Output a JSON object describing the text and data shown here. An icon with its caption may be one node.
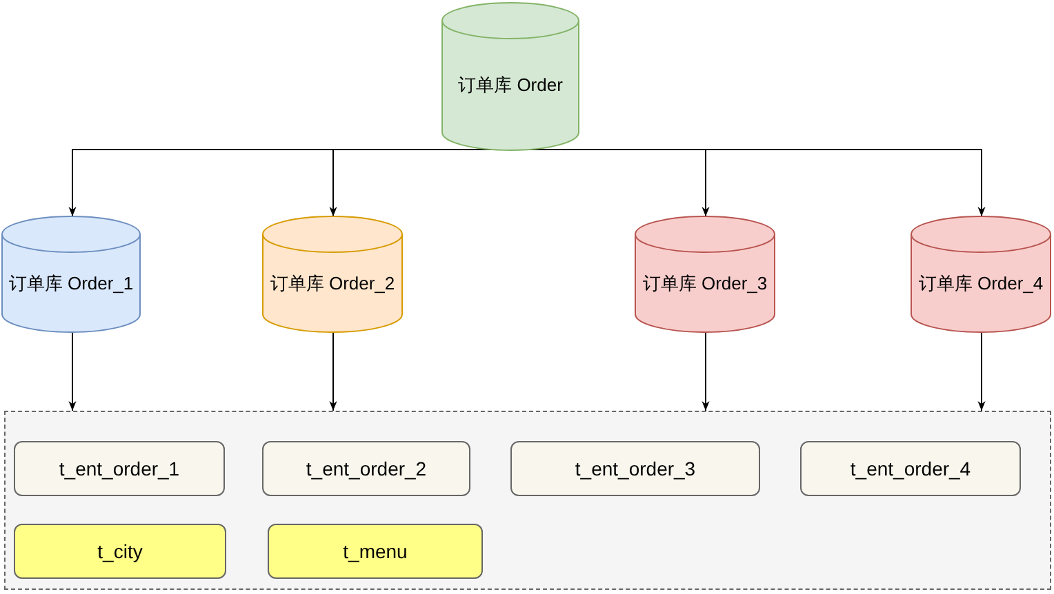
{
  "diagram": {
    "nodes": [
      {
        "text": [
          "订单库 Order"
        ]
      },
      {
        "text": [
          "订单库 Order_1"
        ]
      },
      {
        "text": [
          "订单库 Order_2"
        ]
      },
      {
        "text": [
          "订单库 Order_3"
        ]
      },
      {
        "text": [
          "订单库 Order_4"
        ]
      },
      {
        "text": [],
        "shape": "box"
      },
      {
        "text": [
          "t_ent_order_1"
        ],
        "in": 5
      },
      {
        "text": [
          "t_ent_order_2"
        ],
        "in": 5
      },
      {
        "text": [
          "t_ent_order_3"
        ],
        "in": 5
      },
      {
        "text": [
          "t_ent_order_4"
        ],
        "in": 5
      },
      {
        "text": [
          "t_city"
        ],
        "in": 5
      },
      {
        "text": [
          "t_menu"
        ],
        "in": 5
      }
    ],
    "edges": [
      {
        "from": 0,
        "to": 1,
        "arrow": "to"
      },
      {
        "from": 0,
        "to": 2,
        "arrow": "to"
      },
      {
        "from": 0,
        "to": 3,
        "arrow": "to"
      },
      {
        "from": 0,
        "to": 4,
        "arrow": "to"
      },
      {
        "from": 1,
        "to": 5,
        "arrow": "to"
      },
      {
        "from": 2,
        "to": 5,
        "arrow": "to"
      },
      {
        "from": 3,
        "to": 5,
        "arrow": "to"
      },
      {
        "from": 4,
        "to": 5,
        "arrow": "to"
      }
    ]
  }
}
